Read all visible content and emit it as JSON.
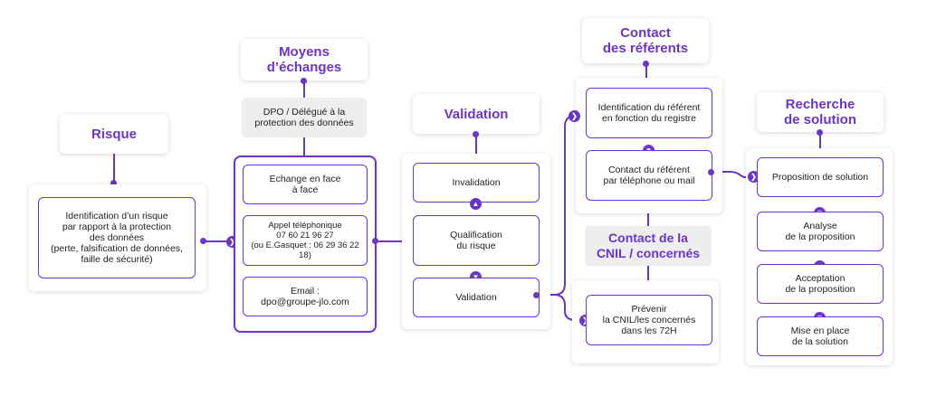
{
  "colors": {
    "accent": "#6a35c9",
    "grey": "#eeeeee"
  },
  "risque": {
    "title": "Risque",
    "card": "Identification d’un risque\npar rapport à la protection\ndes données\n(perte, falsification de données,\nfaille de sécurité)"
  },
  "moyens": {
    "title": "Moyens\nd’échanges",
    "dpo": "DPO / Délégué à la\nprotection des données",
    "face": "Echange en face\nà face",
    "phone": "Appel téléphonique\n07 60 21 96 27\n(ou E.Gasquet : 06 29 36 22 18)",
    "email": "Email :\ndpo@groupe-jlo.com"
  },
  "validation": {
    "title": "Validation",
    "invalidation": "Invalidation",
    "qualification": "Qualification\ndu risque",
    "validation": "Validation"
  },
  "contact": {
    "title": "Contact\ndes référents",
    "ident": "Identification du référent\nen fonction du registre",
    "contact": "Contact du référent\npar téléphone ou mail"
  },
  "cnil": {
    "title": "Contact de la\nCNIL / concernés",
    "prevenir": "Prévenir\nla CNIL/les concernés\ndans les 72H"
  },
  "recherche": {
    "title": "Recherche\nde solution",
    "proposition": "Proposition de solution",
    "analyse": "Analyse\nde la proposition",
    "acceptation": "Acceptation\nde la proposition",
    "miseenplace": "Mise en place\nde la solution"
  },
  "icons": {
    "arrow_right": "chevron-right-icon",
    "arrow_down": "chevron-down-icon",
    "arrow_up": "chevron-up-icon"
  }
}
